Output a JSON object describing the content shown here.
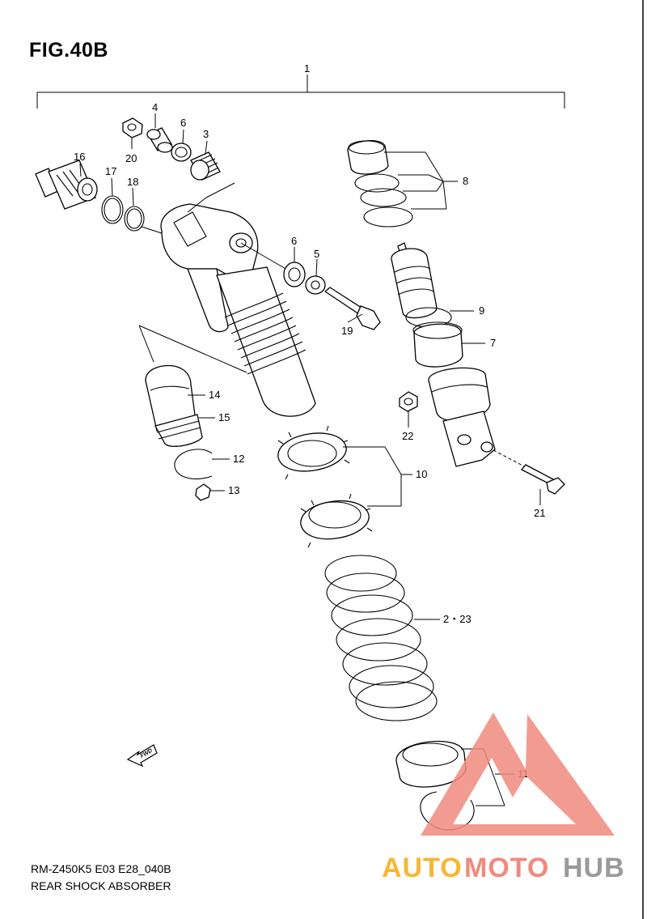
{
  "figure": {
    "title": "FIG.40B",
    "footer_code": "RM-Z450K5 E03 E28_040B",
    "footer_name": "REAR SHOCK ABSORBER"
  },
  "callouts": {
    "c1": "1",
    "c2_23": "2・23",
    "c3": "3",
    "c4": "4",
    "c5": "5",
    "c6a": "6",
    "c6b": "6",
    "c7": "7",
    "c8": "8",
    "c9": "9",
    "c10": "10",
    "c11": "11",
    "c12": "12",
    "c13": "13",
    "c14": "14",
    "c15": "15",
    "c16": "16",
    "c17": "17",
    "c18": "18",
    "c19": "19",
    "c20": "20",
    "c21": "21",
    "c22": "22"
  },
  "fwd_arrow": {
    "label": "FWD"
  },
  "watermark": {
    "part_a": "AUTO",
    "part_b": "MOTO",
    "part_c": "HUB",
    "color_a": "#f7b733",
    "color_b": "#f08a7e",
    "color_c": "#9a9a9a",
    "logo_color": "#f08a7e"
  }
}
